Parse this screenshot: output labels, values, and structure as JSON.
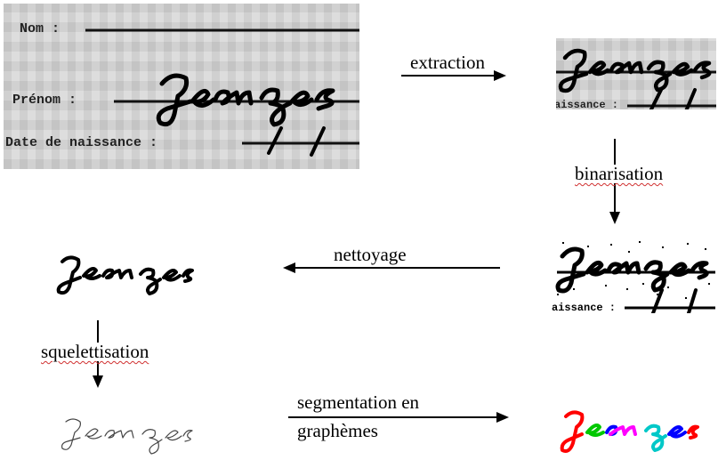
{
  "form": {
    "nom_label": "Nom :",
    "prenom_label": "Prénom :",
    "naissance_label": "Date de naissance :"
  },
  "extract": {
    "partial_label": "aissance :"
  },
  "binar": {
    "partial_label": "aissance :"
  },
  "steps": {
    "extraction": "extraction",
    "binarisation": "binarisation",
    "nettoyage": "nettoyage",
    "squelettisation": "squelettisation",
    "segmentation_line1": "segmentation en",
    "segmentation_line2": "graphèmes"
  },
  "colors": {
    "seg1": "#ff0000",
    "seg2": "#00c800",
    "seg3": "#0000ff",
    "seg4": "#ff00ff",
    "seg5": "#00c8c8",
    "seg6": "#0000ff",
    "seg7": "#ff0000"
  }
}
